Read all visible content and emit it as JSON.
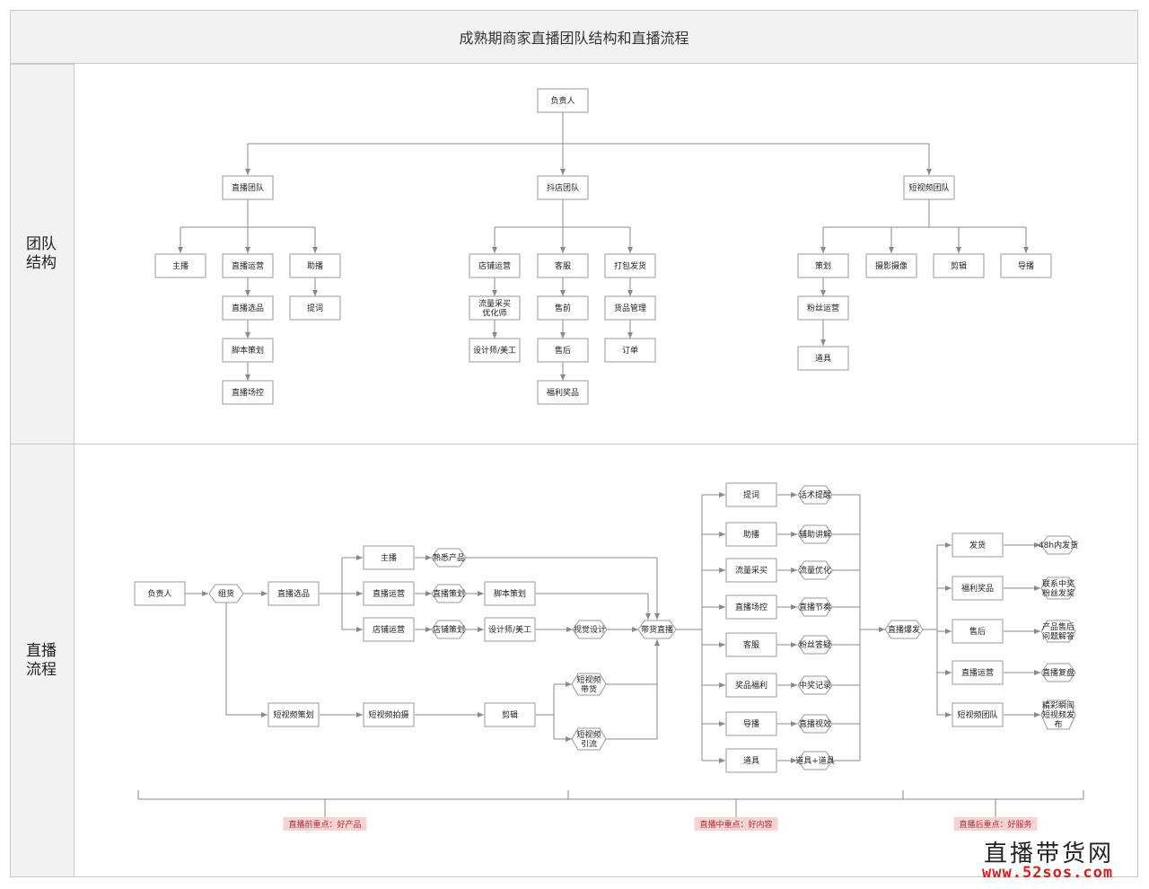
{
  "title": "成熟期商家直播团队结构和直播流程",
  "lanes": {
    "structure": "团队\n结构",
    "process": "直播\n流程"
  },
  "structure": {
    "root": "负责人",
    "teams": [
      "直播团队",
      "抖店团队",
      "短视频团队"
    ],
    "live_team": {
      "host": "主播",
      "ops": "直播运营",
      "assistant": "助播",
      "ops_chain": [
        "直播选品",
        "脚本策划",
        "直播场控"
      ],
      "assistant_chain": [
        "提词"
      ]
    },
    "shop_team": {
      "store_ops": "店铺运营",
      "service": "客服",
      "packing": "打包发货",
      "store_chain": [
        "流量采买\n优化师",
        "设计师/美工"
      ],
      "service_chain": [
        "售前",
        "售后",
        "福利奖品"
      ],
      "packing_chain": [
        "货品管理",
        "订单"
      ]
    },
    "video_team": {
      "planning": "策划",
      "camera": "摄影摄像",
      "editing": "剪辑",
      "director": "导播",
      "planning_chain": [
        "粉丝运营",
        "道具"
      ]
    }
  },
  "process": {
    "owner": "负责人",
    "formation": "组货",
    "selection": "直播选品",
    "branches": [
      {
        "role": "主播",
        "result": "熟悉产品"
      },
      {
        "role": "直播运营",
        "result": "直播策划",
        "next": "脚本策划"
      },
      {
        "role": "店铺运营",
        "result": "店铺策划",
        "next": "设计师/美工",
        "after": "视觉设计"
      }
    ],
    "video_chain": [
      "短视频策划",
      "短视频拍摄",
      "剪辑"
    ],
    "video_outputs": [
      "短视频\n带货",
      "短视频\n引流"
    ],
    "hub": "带货直播",
    "during": [
      {
        "role": "提词",
        "result": "话术提醒"
      },
      {
        "role": "助播",
        "result": "辅助讲解"
      },
      {
        "role": "流量采买",
        "result": "流量优化"
      },
      {
        "role": "直播场控",
        "result": "直播节奏"
      },
      {
        "role": "客服",
        "result": "粉丝答疑"
      },
      {
        "role": "奖品福利",
        "result": "中奖记录"
      },
      {
        "role": "导播",
        "result": "直播视效"
      },
      {
        "role": "道具",
        "result": "道具+道具"
      }
    ],
    "burst": "直播爆发",
    "after": [
      {
        "role": "发货",
        "result": "48h内发货"
      },
      {
        "role": "福利奖品",
        "result": "联系中奖\n粉丝发奖"
      },
      {
        "role": "售后",
        "result": "产品售后\n问题解答"
      },
      {
        "role": "直播运营",
        "result": "直播复盘"
      },
      {
        "role": "短视频团队",
        "result": "精彩瞬间\n短视频发\n布"
      }
    ],
    "phases": [
      "直播前重点：好产品",
      "直播中重点：好内容",
      "直播后重点：好服务"
    ]
  },
  "watermark": {
    "line1": "直播带货网",
    "line2": "www.52sos.com"
  }
}
